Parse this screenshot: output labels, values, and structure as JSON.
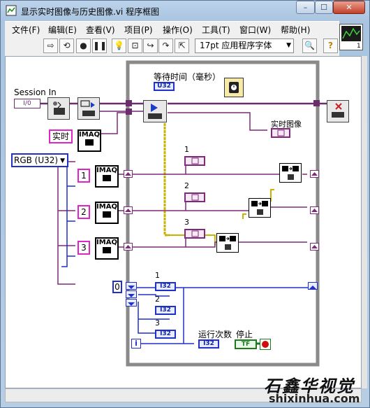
{
  "window": {
    "title": "显示实时图像与历史图像.vi 程序框图",
    "min_label": "–",
    "max_label": "☐",
    "close_label": "✕"
  },
  "menu": {
    "items": [
      "文件(F)",
      "编辑(E)",
      "查看(V)",
      "项目(P)",
      "操作(O)",
      "工具(T)",
      "窗口(W)",
      "帮助(H)"
    ]
  },
  "toolbar": {
    "font_select": "17pt 应用程序字体",
    "help_label": "?"
  },
  "diagram": {
    "session_in": "Session In",
    "io_label": "I/0",
    "realtime_const": "实时",
    "rgb_select": "RGB (U32)",
    "imaq_label": "IMAQ",
    "buffer_consts": [
      "1",
      "2",
      "3"
    ],
    "wait_label": "等待时间（毫秒）",
    "wait_type": "U32",
    "realtime_image": "实时图像",
    "history_labels": [
      "1",
      "2",
      "3"
    ],
    "counter_labels": [
      "1",
      "2",
      "3"
    ],
    "index_const": "0",
    "i32": "I32",
    "iteration_i": "i",
    "run_count": "运行次数",
    "stop": "停止",
    "tf": "TF"
  },
  "watermark": {
    "logo": "石鑫华视觉",
    "url": "shixinhua.com"
  },
  "colors": {
    "image_wire": "#7d2a78",
    "integer_wire": "#2030c8",
    "bool_wire": "#1e7a1e",
    "error_wire": "#c8b400",
    "const_border": "#e024c8",
    "loop_frame": "#8a8a8a"
  }
}
